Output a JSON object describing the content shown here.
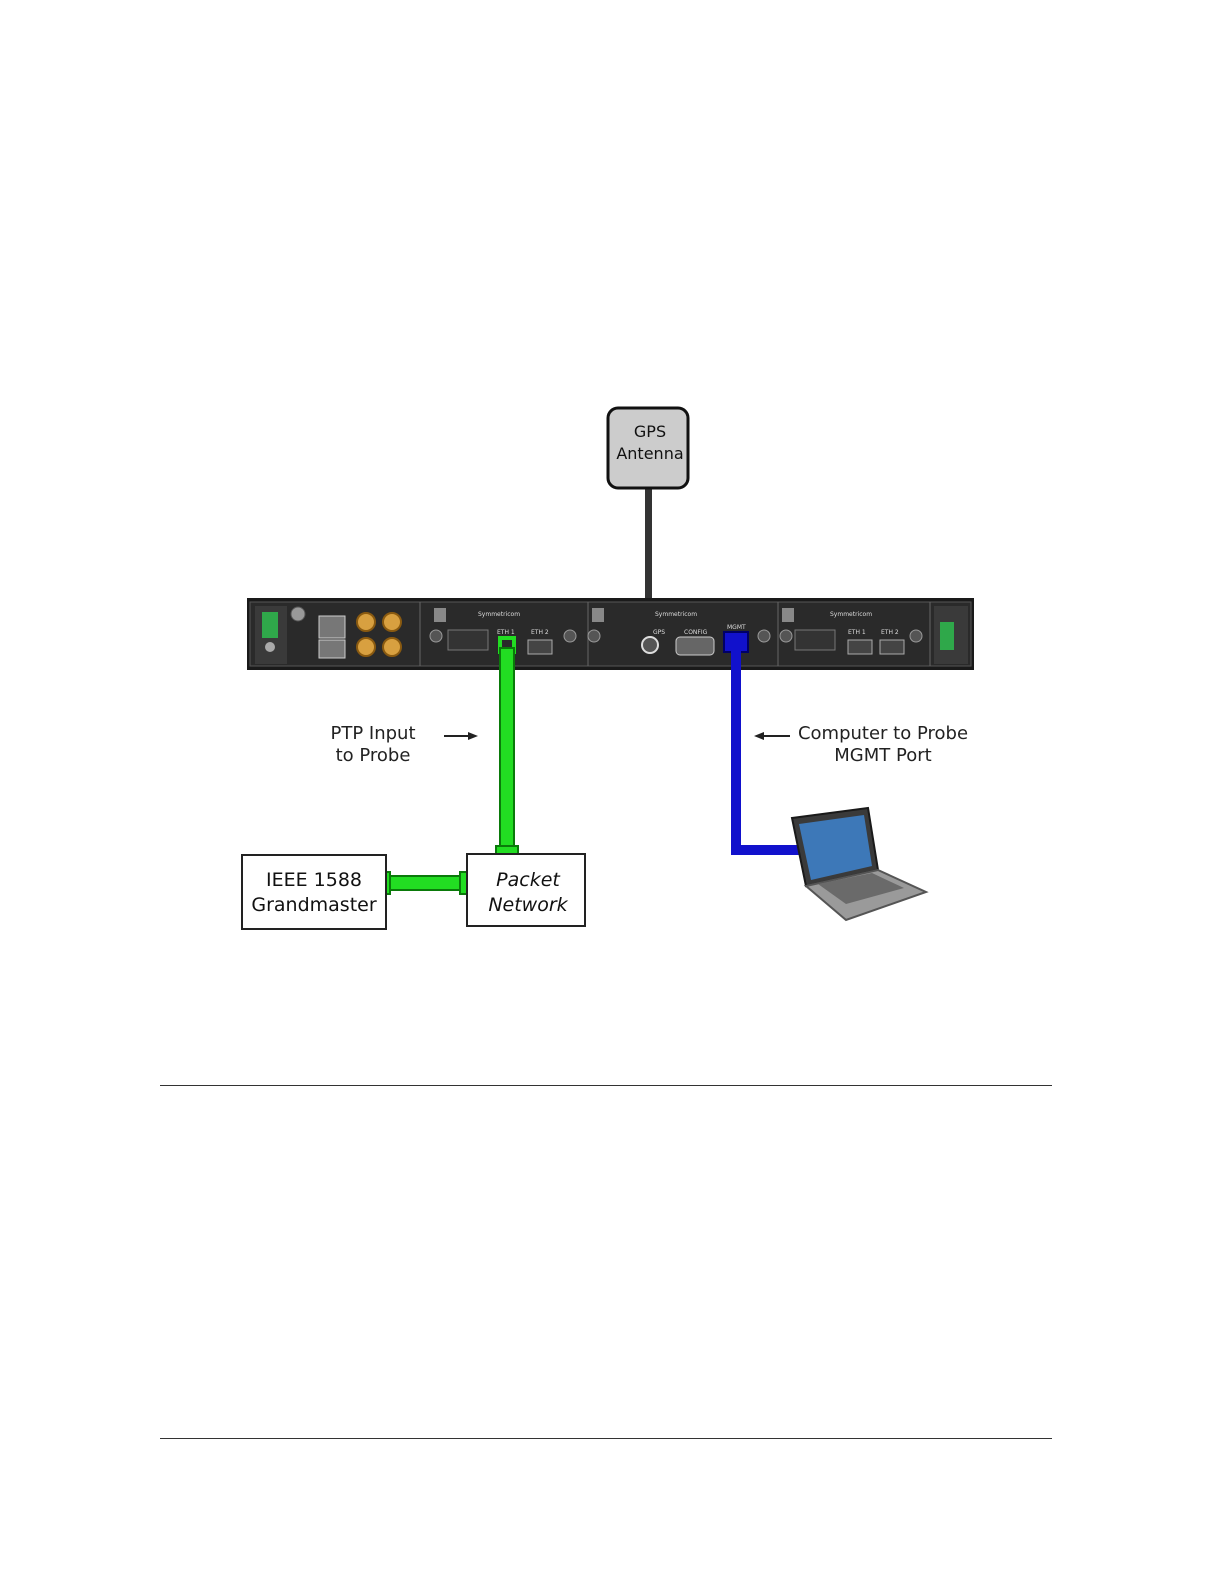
{
  "diagram": {
    "gps_box": {
      "line1": "GPS",
      "line2": "Antenna"
    },
    "ptp_label": {
      "line1": "PTP  Input",
      "line2": "to Probe"
    },
    "mgmt_label": {
      "line1": "Computer to Probe",
      "line2": "MGMT Port"
    },
    "grandmaster_box": {
      "line1": "IEEE 1588",
      "line2": "Grandmaster"
    },
    "network_box": {
      "line1": "Packet",
      "line2": "Network"
    },
    "device": {
      "brand": "Symmetricom",
      "port_labels": [
        "ETH 1",
        "ETH 2",
        "GPS",
        "CONFIG",
        "MGMT",
        "ETH 1",
        "ETH 2"
      ]
    },
    "colors": {
      "ptp_cable": "#22dd22",
      "mgmt_cable": "#1111cc",
      "gps_box_fill": "#cccccc",
      "chassis": "#1a1a1a"
    }
  }
}
